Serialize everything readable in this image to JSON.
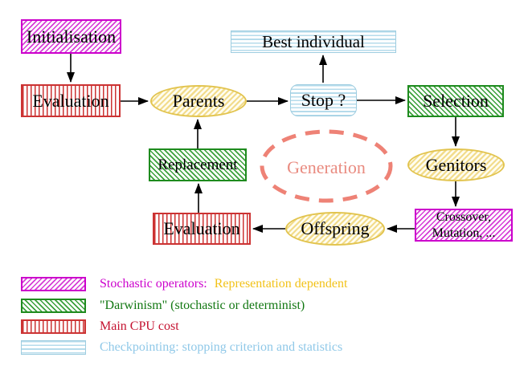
{
  "diagram": {
    "nodes": {
      "initialisation": {
        "label": "Initialisation",
        "style": "stochastic-operator"
      },
      "evaluation_top": {
        "label": "Evaluation",
        "style": "main-cpu-cost"
      },
      "parents": {
        "label": "Parents",
        "style": "population-ellipse"
      },
      "stop": {
        "label": "Stop ?",
        "style": "checkpointing"
      },
      "best_individual": {
        "label": "Best individual",
        "style": "checkpointing"
      },
      "selection": {
        "label": "Selection",
        "style": "darwinism"
      },
      "genitors": {
        "label": "Genitors",
        "style": "population-ellipse"
      },
      "crossover_mutation": {
        "label_line1": "Crossover,",
        "label_line2": "Mutation, ...",
        "style": "stochastic-operator"
      },
      "offspring": {
        "label": "Offspring",
        "style": "population-ellipse"
      },
      "evaluation_bottom": {
        "label": "Evaluation",
        "style": "main-cpu-cost"
      },
      "replacement": {
        "label": "Replacement",
        "style": "darwinism"
      },
      "generation": {
        "label": "Generation",
        "style": "dashed-cycle-ellipse"
      }
    },
    "edges": [
      {
        "from": "initialisation",
        "to": "evaluation_top"
      },
      {
        "from": "evaluation_top",
        "to": "parents"
      },
      {
        "from": "parents",
        "to": "stop"
      },
      {
        "from": "stop",
        "to": "best_individual"
      },
      {
        "from": "stop",
        "to": "selection"
      },
      {
        "from": "selection",
        "to": "genitors"
      },
      {
        "from": "genitors",
        "to": "crossover_mutation"
      },
      {
        "from": "crossover_mutation",
        "to": "offspring"
      },
      {
        "from": "offspring",
        "to": "evaluation_bottom"
      },
      {
        "from": "evaluation_bottom",
        "to": "replacement"
      },
      {
        "from": "replacement",
        "to": "parents"
      }
    ],
    "colors": {
      "stochastic_magenta": "#cc00cc",
      "darwinism_green": "#1e8b1e",
      "cpu_cost_red": "#cc3333",
      "checkpoint_blue": "#9ecde0",
      "population_yellow": "#e2c44f",
      "generation_salmon": "#ee8276",
      "node_text_black": "#000000"
    }
  },
  "legend": {
    "items": [
      {
        "pattern": "magenta-diagonal-hatch",
        "label": "Stochastic operators:",
        "label2": "Representation dependent",
        "label_color": "#cc00cc",
        "label2_color": "#f2c218"
      },
      {
        "pattern": "green-diagonal-hatch",
        "label": "\"Darwinism\" (stochastic or determinist)",
        "label_color": "#117711"
      },
      {
        "pattern": "red-vertical-stripes",
        "label": "Main CPU cost",
        "label_color": "#c41230"
      },
      {
        "pattern": "cyan-horizontal-stripes",
        "label": "Checkpointing: stopping criterion and statistics",
        "label_color": "#8fc8e8"
      }
    ]
  }
}
